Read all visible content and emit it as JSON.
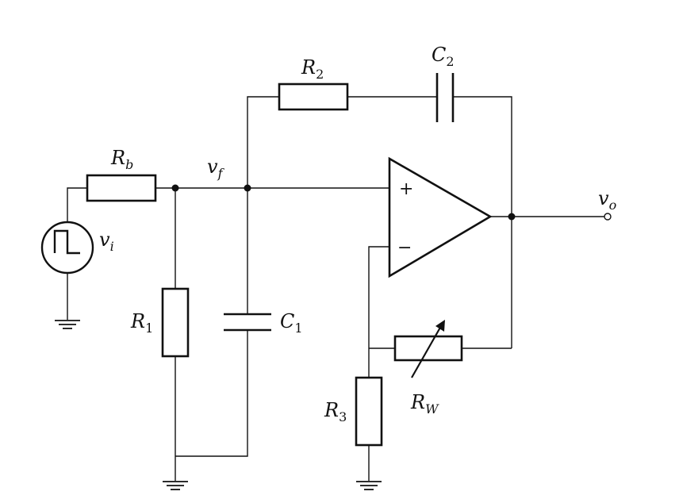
{
  "labels": {
    "rb": {
      "main": "R",
      "sub": "b"
    },
    "r1": {
      "main": "R",
      "sub": "1"
    },
    "c1": {
      "main": "C",
      "sub": "1"
    },
    "r2": {
      "main": "R",
      "sub": "2"
    },
    "c2": {
      "main": "C",
      "sub": "2"
    },
    "r3": {
      "main": "R",
      "sub": "3"
    },
    "rw": {
      "main": "R",
      "sub": "W"
    },
    "vi": {
      "main": "v",
      "sub": "i"
    },
    "vf": {
      "main": "v",
      "sub": "f"
    },
    "vo": {
      "main": "v",
      "sub": "o"
    }
  },
  "opamp": {
    "plus": "+",
    "minus": "−"
  }
}
